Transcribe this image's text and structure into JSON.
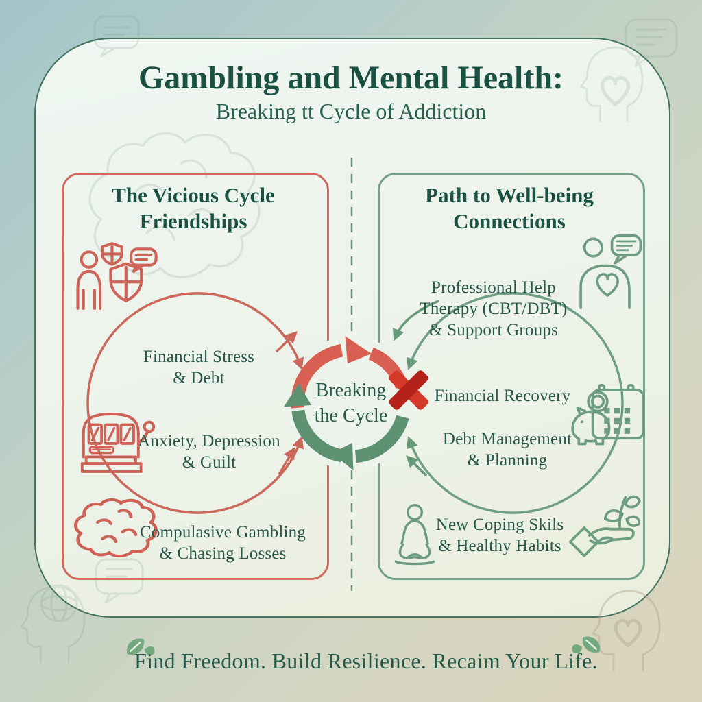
{
  "title": {
    "line1": "Gambling and Mental Health:",
    "line2": "Breaking tt Cycle of Addiction"
  },
  "left_panel": {
    "title_line1": "The Vicious Cycle",
    "title_line2": "Friendships",
    "items": [
      {
        "line1": "Financial Stress",
        "line2": "& Debt"
      },
      {
        "line1": "Anxiety, Depression",
        "line2": "& Guilt"
      },
      {
        "line1": "Compulasive Gambling",
        "line2": "& Chasing Losses"
      }
    ],
    "icons": [
      "person-shield-speech-icon",
      "slot-machine-icon",
      "brain-icon"
    ],
    "border_color": "#d06a5e",
    "accent_color": "#cd6257"
  },
  "right_panel": {
    "title_line1": "Path to Well-being",
    "title_line2": "Connections",
    "items": [
      {
        "line1": "Professional Help",
        "line2": "Therapy (CBT/DBT)",
        "line3": "& Support Groups"
      },
      {
        "line1": "Financial Recovery"
      },
      {
        "line1": "Debt Management",
        "line2": "& Planning"
      },
      {
        "line1": "New Coping Skils",
        "line2": "& Healthy Habits"
      }
    ],
    "icons": [
      "person-heart-speech-icon",
      "piggy-bank-calendar-icon",
      "meditation-icon",
      "hand-plant-icon"
    ],
    "border_color": "#74a189",
    "accent_color": "#6d9c81"
  },
  "center_cycle": {
    "line1": "Breaking",
    "line2": "the Cycle",
    "red_arrow_color": "#d85f51",
    "green_arrow_color": "#5e9172",
    "x_mark_color": "#c5271c"
  },
  "footer": {
    "tagline": "Find Freedom. Build Resilience. Recaim Your Life.",
    "icons": [
      "leaf-sprig-icon",
      "leaf-sprig-icon"
    ]
  },
  "colors": {
    "heading_green": "#1a5143",
    "body_text_green": "#27584a",
    "card_background": "#edf3ea",
    "background_teal": "#a3c5c9",
    "background_beige": "#dcd5bd",
    "divider_dash": "#41705f"
  }
}
